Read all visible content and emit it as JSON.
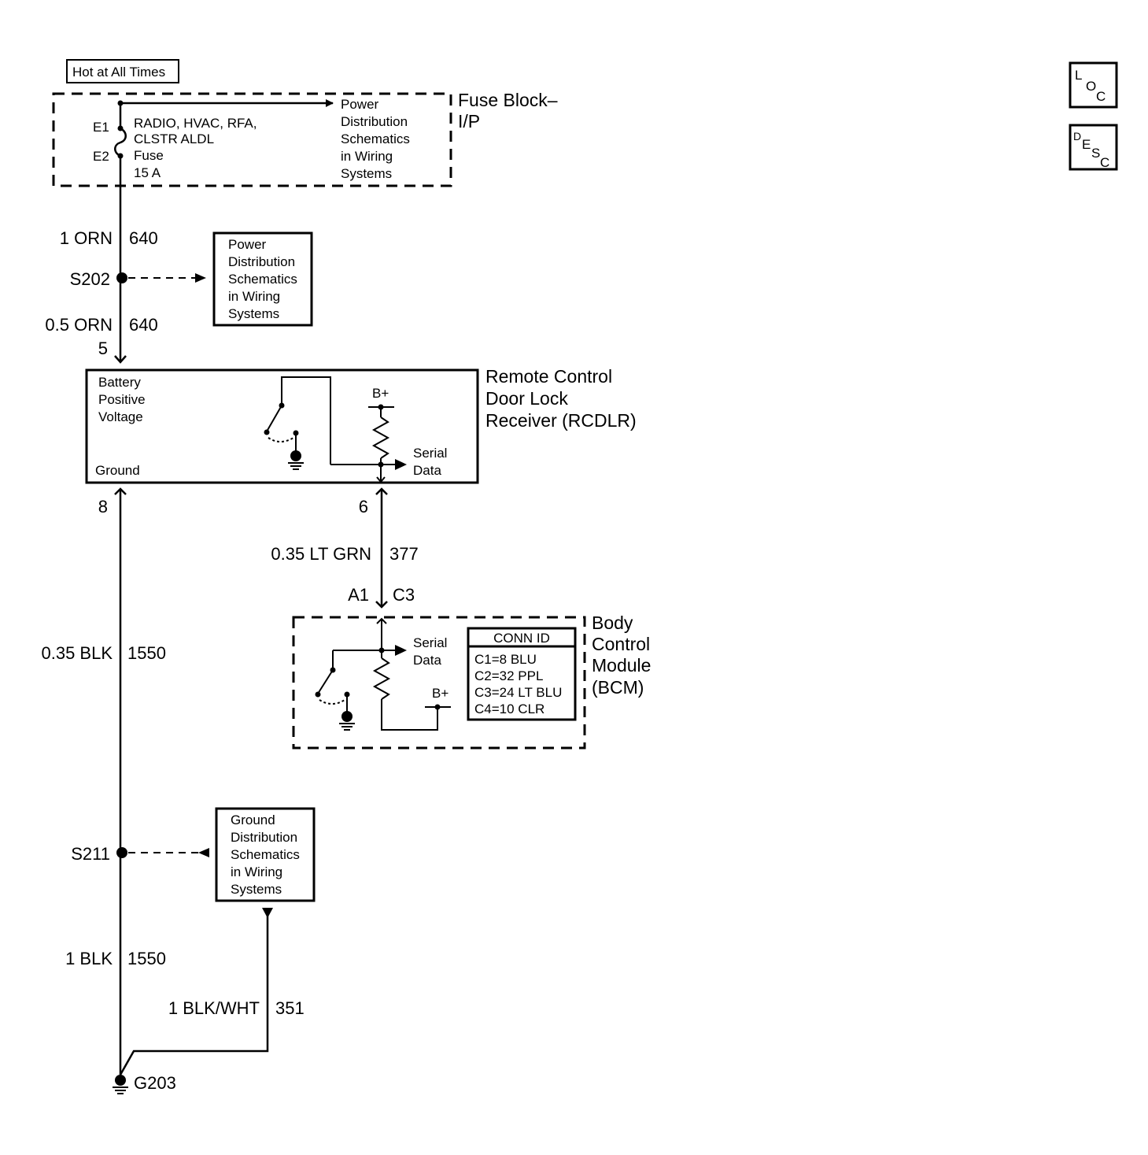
{
  "power_source": {
    "label": "Hot at All Times"
  },
  "fuse_block": {
    "title_line1": "Fuse Block–",
    "title_line2": "I/P",
    "terminal_e1": "E1",
    "terminal_e2": "E2",
    "fuse_lines": [
      "RADIO, HVAC, RFA,",
      "CLSTR ALDL",
      "Fuse",
      "15 A"
    ],
    "ref_lines": [
      "Power",
      "Distribution",
      "Schematics",
      "in Wiring",
      "Systems"
    ]
  },
  "wires": {
    "w1": {
      "gauge_color": "1 ORN",
      "circuit": "640"
    },
    "w2": {
      "gauge_color": "0.5 ORN",
      "circuit": "640"
    },
    "w3": {
      "gauge_color": "0.35 LT GRN",
      "circuit": "377"
    },
    "w4": {
      "gauge_color": "0.35 BLK",
      "circuit": "1550"
    },
    "w5": {
      "gauge_color": "1 BLK",
      "circuit": "1550"
    },
    "w6": {
      "gauge_color": "1 BLK/WHT",
      "circuit": "351"
    }
  },
  "splices": {
    "s202": "S202",
    "s211": "S211"
  },
  "ground": {
    "label": "G203"
  },
  "power_dist_box": {
    "lines": [
      "Power",
      "Distribution",
      "Schematics",
      "in Wiring",
      "Systems"
    ]
  },
  "ground_dist_box": {
    "lines": [
      "Ground",
      "Distribution",
      "Schematics",
      "in Wiring",
      "Systems"
    ]
  },
  "rcdlr": {
    "title_lines": [
      "Remote Control",
      "Door Lock",
      "Receiver (RCDLR)"
    ],
    "battery_lines": [
      "Battery",
      "Positive",
      "Voltage"
    ],
    "ground_label": "Ground",
    "bplus": "B+",
    "serial_lines": [
      "Serial",
      "Data"
    ],
    "pin_power": "5",
    "pin_ground": "8",
    "pin_serial": "6"
  },
  "bcm": {
    "title_lines": [
      "Body",
      "Control",
      "Module",
      "(BCM)"
    ],
    "connector_a": "A1",
    "connector_c": "C3",
    "serial_lines": [
      "Serial",
      "Data"
    ],
    "bplus": "B+",
    "conn_id": {
      "header": "CONN ID",
      "rows": [
        "C1=8 BLU",
        "C2=32 PPL",
        "C3=24 LT BLU",
        "C4=10 CLR"
      ]
    }
  },
  "side_icons": {
    "loc": {
      "l": "L",
      "o": "O",
      "c": "C"
    },
    "desc": {
      "d": "D",
      "e": "E",
      "s": "S",
      "c": "C"
    }
  }
}
